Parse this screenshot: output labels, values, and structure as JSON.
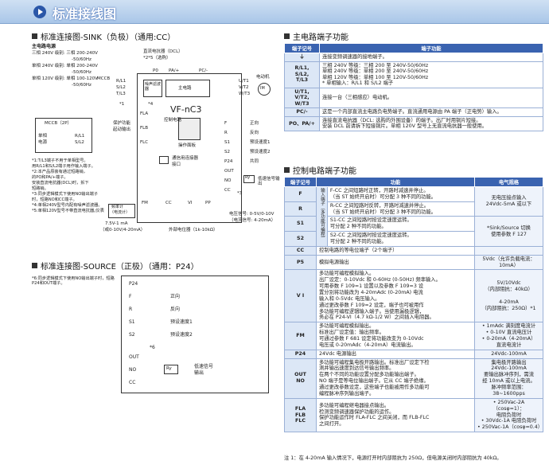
{
  "header": {
    "title": "标准接线图"
  },
  "sink": {
    "section_title": "标准连接图-SINK（负极）（通用:CC）",
    "power_title": "主电路电源",
    "power_lines": [
      "三相 240V 级别: 三相 200-240V",
      "-50/60Hz",
      "单相 240V 级别: 单相 200-240V",
      "-50/60Hz",
      "单相 120V 级别: 单相 100-120V",
      "-50/60Hz"
    ],
    "mccb": "MCCB",
    "dcl": "直流电抗器（DCL）",
    "dcl_note": "*2*5（选购）",
    "p0": "P0",
    "pa": "PA/+",
    "pc": "PC/-",
    "rl1": "R/L1",
    "sl2": "S/L2",
    "tl3": "T/L3",
    "noise": "噪声滤波器",
    "main": "主电路",
    "ut1": "U/T1",
    "vt2": "V/T2",
    "wt3": "W/T3",
    "motor_label": "电动机",
    "motor": "IM",
    "star1": "*1",
    "star4": "*4",
    "mccb2": "MCCB（2P）",
    "single_phase": "单相",
    "power_word": "电源",
    "r_l1": "R/L1",
    "s_l2": "S/L2",
    "protect": "保护功能",
    "protect2": "起动输出",
    "fla": "FLA",
    "flb": "FLB",
    "flc": "FLC",
    "model": "VF-nC3",
    "control": "控制电路",
    "panel": "操作面板",
    "connector": "通信用连接器",
    "rs485": "接口",
    "f": "F",
    "r": "R",
    "s1": "S1",
    "s2": "S2",
    "p24": "P24",
    "out": "OUT",
    "no": "NO",
    "cc": "CC",
    "forward": "正向",
    "reverse": "反向",
    "preset1": "预设速度1",
    "preset2": "预设速度2",
    "common": "共同",
    "ry": "Ry",
    "low_speed": "低速信号输出",
    "star3": "*3",
    "notes": [
      "*1:T/L3端子不用于单相型号。",
      "  用R/L1和S/L2端子用作输入端子。",
      "*2:本产品原装有通过短路销，",
      "  的PO和PA/+端子。",
      "  安装直流电抗器(DCL)时，拆下",
      "  短路销。",
      "*3:同步逻辑模式下使用NO输出端子",
      "  时，短路NO和CC端子。",
      "*4:单相240V型号内配有噪声滤波器。",
      "*5:单相120V型号不带直流电抗器。"
    ],
    "meter": "仪表",
    "freq_meter": "频率计",
    "ammeter": "（电流计）",
    "meter_spec1": "7.5V-1 mA",
    "meter_spec2": "（或0-10V/4-20mA）",
    "fm": "FM",
    "vi": "VI",
    "cc2": "CC",
    "pp": "PP",
    "potentiometer": "外部电位器（1k-10kΩ）",
    "voltage_signal": "电压信号: 0-5V/0-10V",
    "current_signal": "（电流信号: 4-20mA）"
  },
  "source": {
    "section_title": "标准连接图-SOURCE（正极）（通用：P24）",
    "note": "*6:同步逻辑模式下使用NO输出端子时，短路P24和OUT端子。",
    "p24": "P24",
    "f": "F",
    "r": "R",
    "s1": "S1",
    "s2": "S2",
    "out": "OUT",
    "no": "NO",
    "cc": "CC",
    "forward": "正向",
    "reverse": "反向",
    "preset1": "预设速度1",
    "preset2": "预设速度2",
    "star6": "*6",
    "ry": "Ry",
    "low_speed": "低速信号",
    "low_speed2": "输出"
  },
  "main_terminal": {
    "section_title": "主电路端子功能",
    "headers": [
      "端子记号",
      "端子功能"
    ],
    "rows": [
      {
        "term": "⏚",
        "desc": [
          "连接变频调速器的接地端子。"
        ]
      },
      {
        "term": "R/L1,\nS/L2,\nT/L3",
        "desc": [
          "三相 240V 等级：三相 200 至 240V-50/60Hz",
          "单相 240V 等级：单相 200 至 240V-50/60Hz",
          "单相 120V 等级：单相 100 至 120V-50/60Hz",
          "* 单相输入：R/L1 和 S/L2 端子"
        ]
      },
      {
        "term": "U/T1,\nV/T2,\nW/T3",
        "desc": [
          "连接一台（三相感应）电动机。"
        ]
      },
      {
        "term": "PC/-",
        "desc": [
          "这是一个内部直流主电路负电势端子。直流通用电源由 PA 端子（正电势）输入。"
        ]
      },
      {
        "term": "PO、PA/+",
        "desc": [
          "连接直流电抗器（DCL: 选购的外围设备）的端子。出厂时用铜片短接。",
          "安装 DCL 前请拆下短接铜片。单相 120V 型号上无直流电抗器一般使用。"
        ]
      }
    ]
  },
  "control_terminal": {
    "section_title": "控制电路端子功能",
    "headers": [
      "端子记号",
      "功能",
      "电气规格"
    ],
    "side_label": "输入端子（多功能可编程）",
    "rows": [
      {
        "term": "F",
        "desc": [
          "F-CC 之间短路时正转，开路时减速并停止。",
          "（当 ST 始终开启时）可分配 3 种不同的功能。"
        ],
        "spec": ""
      },
      {
        "term": "R",
        "desc": [
          "R-CC 之间短路时反转，开路时减速并停止。",
          "（当 ST 始终开启时）可分配 3 种不同的功能。"
        ],
        "spec": ""
      },
      {
        "term": "S1",
        "desc": [
          "S1-CC 之间短路时按设定速度运转。",
          "可分配 2 种不同的功能。"
        ],
        "spec": ""
      },
      {
        "term": "S2",
        "desc": [
          "S2-CC 之间短路时按设定速度运转。",
          "可分配 2 种不同的功能。"
        ],
        "spec": ""
      },
      {
        "term": "CC",
        "desc": [
          "控制电路的等电位端子（2个端子）"
        ],
        "spec": ""
      },
      {
        "term": "P5",
        "desc": [
          "模拟电源输出"
        ],
        "spec": "5Vdc（允许负载电流：10mA）"
      },
      {
        "term": "V I",
        "desc": [
          "多功能可编程模拟输入。",
          "出厂设定：0-10Vdc 和 0-60Hz (0-50Hz) 频率输入。",
          "可用参数 F 109=1 设置以及参数 F 109=3 设",
          "置分别将功能改为 4-20mAdc (0-20mA) 电流",
          "输入和 0-5Vdc 电压输入。",
          "通过更改参数 F 109=2 设定，端子也可被用作",
          "多功能可编程逻辑输入端子。当使用漏极逻辑，",
          "务必在 P24-VI（4.7 kΩ-1/2 W）之间插入电阻器。"
        ],
        "spec": "5V/10Vdc\n（内部阻抗：40kΩ）\n\n4-20mA\n（内部阻抗：250Ω）*1"
      },
      {
        "term": "FM",
        "desc": [
          "多功能可编程模拟输出。",
          "标准出厂设定值：输出频率。",
          "可通过参数 F 681 设定将功能改变为 0-10Vdc",
          "电压或 0-20mAdc（4-20mA）电流输出。"
        ],
        "spec": "• 1mAdc 满刻度电流计\n• 0-10V 直流电压计\n• 0-20mA（4-20mA）\n  直流电流计"
      },
      {
        "term": "P24",
        "desc": [
          "24Vdc 电源输出"
        ],
        "spec": "24Vdc-100mA"
      },
      {
        "term": "OUT\nNO",
        "desc": [
          "多功能可编程集电极开路输出。标准出厂设定下检",
          "测并输出速度到达信号输出频率。",
          "在两个不同的功能设置分配多功能输出端子。",
          "NO 端子是等电位输出端子。它从 CC 端子绝缘。",
          "通过更改参数设定，这些端子也能被用作多功能可",
          "编程脉冲序列输出端子。"
        ],
        "spec": "集电极开路输出\n24Vdc-100mA\n要输出脉冲序列，需流\n经 10mA 或以上电流。\n脉冲频率范围：\n38~1600pps"
      },
      {
        "term": "FLA\nFLB\nFLC",
        "desc": [
          "多功能可编程继电器接点输出。",
          "检测变频调速器保护功能的运作。",
          "保护功能运作时 FLA-FLC 之间关闭，而 FLB-FLC",
          "之间打开。"
        ],
        "spec": "• 250Vac-2A（cosφ=1）：\n  电阻负荷时\n• 30Vdc-1A 电阻负荷时\n• 250Vac-1A（cosφ=0.4）"
      }
    ],
    "spec_fr": "无电压接点输入\n24Vdc-5mA 或以下",
    "spec_s": "*Sink/Source 切换\n使用参数 F 127"
  },
  "footnote": "注 1：在 4-20mA 输入情况下，电源打开时内部阻抗为 250Ω，但电源关闭时内部阻抗为 40kΩ。"
}
